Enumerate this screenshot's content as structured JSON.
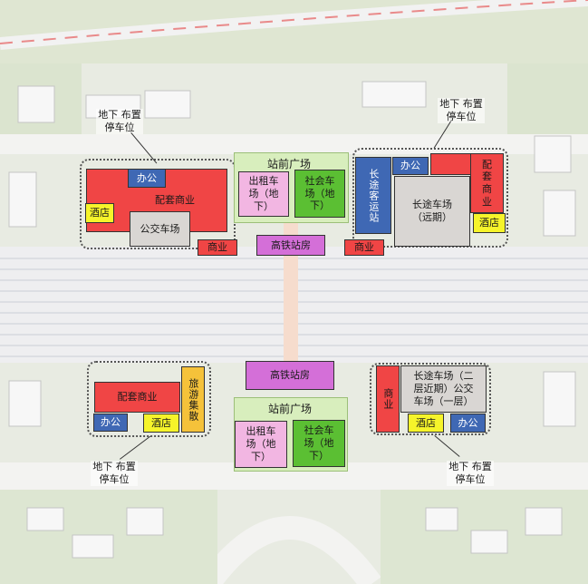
{
  "labels": {
    "plaza": "站前广场",
    "office": "办公",
    "supporting_commercial": "配套商业",
    "hotel": "酒店",
    "bus_station": "公交车场",
    "commercial": "商业",
    "hsr_station": "高铁站房",
    "taxi": "出租车场（地下）",
    "social_parking": "社会车场（地下）",
    "long_distance_station": "长途客运站",
    "long_distance_lot_future": "长途车场（远期）",
    "long_distance_bus_combo": "长途车场（二层近期）公交车场（一层）",
    "tourism": "旅游集散",
    "underground_parking": "地下 布置停车位"
  },
  "colors": {
    "commercial": "#f04545",
    "office": "#3f68b4",
    "hotel": "#f6f42a",
    "parking": "#d9d6d3",
    "taxi": "#f2b6e2",
    "social": "#5bbf33",
    "station": "#d46fd8",
    "tourism": "#f5c23a",
    "plaza": "#d8eebd"
  }
}
